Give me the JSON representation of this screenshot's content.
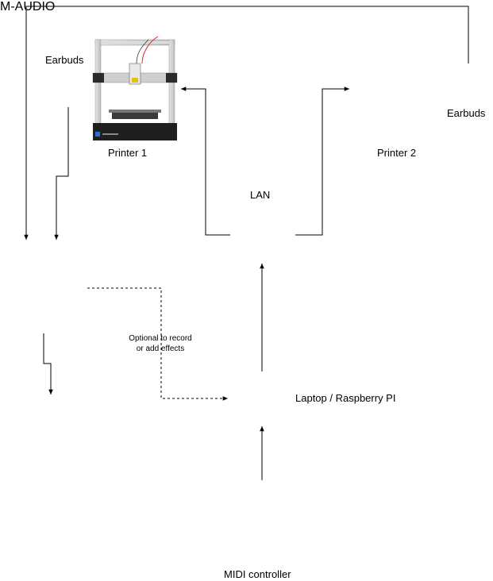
{
  "labels": {
    "printer1": "Printer 1",
    "printer2": "Printer 2",
    "earbuds_left": "Earbuds",
    "earbuds_right": "Earbuds",
    "lan": "LAN",
    "laptop": "Laptop / Raspberry PI",
    "midi": "MIDI controller",
    "optional_line1": "Optional to record",
    "optional_line2": "or add effects",
    "audio_brand": "M-AUDIO"
  },
  "icons": {
    "printer": "3d-printer-icon",
    "earbuds": "earbuds-icon",
    "router": "wifi-router-icon",
    "audio_interface": "audio-interface-icon",
    "speakers": "studio-monitor-speakers-icon",
    "laptop": "laptop-icon",
    "midi": "midi-keyboard-icon"
  },
  "colors": {
    "line": "#000000",
    "printer_frame": "#c8c8c8",
    "printer_dark": "#2b2b2b",
    "accent_blue": "#2a6fdb",
    "filament_red": "#e02020"
  }
}
